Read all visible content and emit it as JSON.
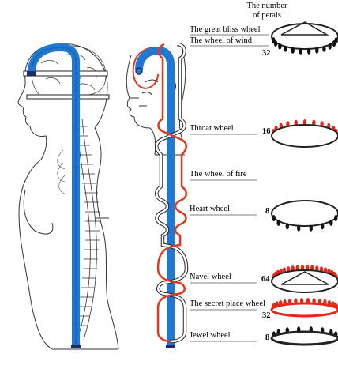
{
  "header": {
    "line1": "The number",
    "line2": "of petals"
  },
  "wheels": [
    {
      "label": "The great bliss wheel"
    },
    {
      "label": "The wheel of wind",
      "petals": "32"
    },
    {
      "label": "Throat wheel",
      "petals": "16"
    },
    {
      "label": "The wheel of fire"
    },
    {
      "label": "Heart wheel",
      "petals": "8"
    },
    {
      "label": "Navel wheel",
      "petals": "64"
    },
    {
      "label": "The secret place wheel",
      "petals": "32"
    },
    {
      "label": "Jewel wheel",
      "petals": "8"
    }
  ],
  "colors": {
    "central_channel": "#1f78d1",
    "side_channel_red": "#e03a1e",
    "side_channel_white": "#ffffff",
    "petal_red": "#e8261c",
    "petal_black": "#111111",
    "outline": "#222222"
  }
}
